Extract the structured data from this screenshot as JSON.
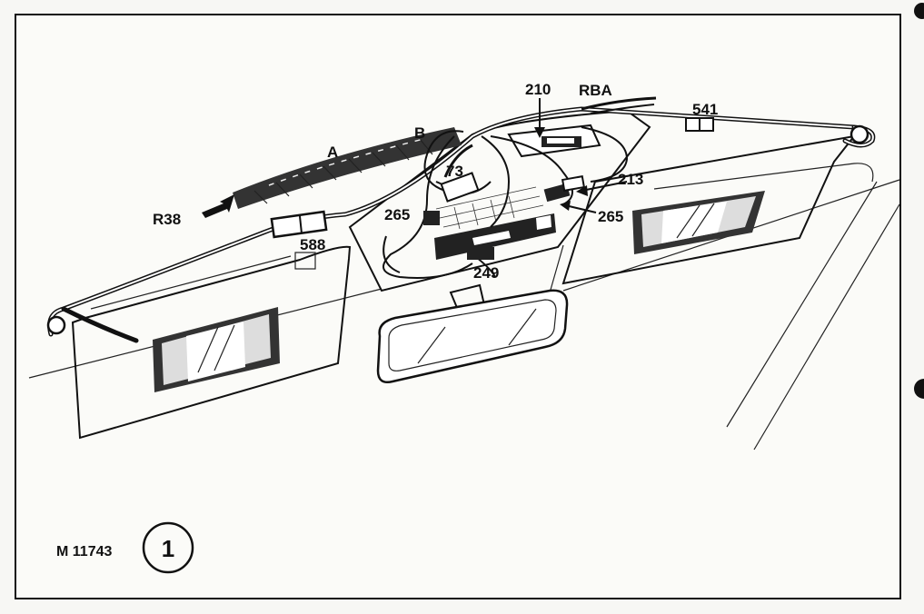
{
  "figure": {
    "reference_id": "M 11743",
    "figure_number": "1"
  },
  "callouts": {
    "c210": "210",
    "cRBA": "RBA",
    "c541": "541",
    "cA": "A",
    "cB": "B",
    "c73": "73",
    "c213": "213",
    "cR38": "R38",
    "c265_left": "265",
    "c265_right": "265",
    "c588": "588",
    "c249": "249"
  }
}
